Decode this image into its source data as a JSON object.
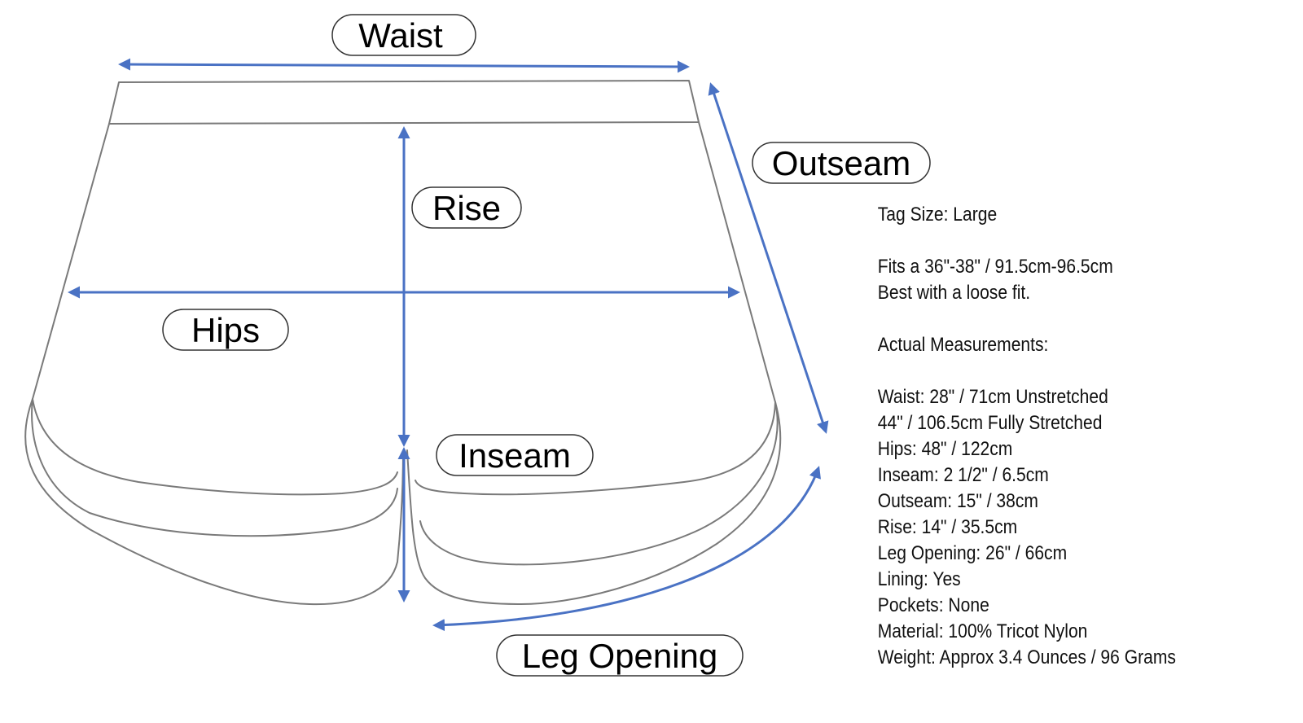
{
  "labels": {
    "waist": "Waist",
    "outseam": "Outseam",
    "rise": "Rise",
    "hips": "Hips",
    "inseam": "Inseam",
    "leg_opening": "Leg Opening"
  },
  "specs": {
    "tag_size": "Tag Size: Large",
    "fits": "Fits a 36\"-38\" / 91.5cm-96.5cm",
    "fit_note": "Best with a loose fit.",
    "heading": "Actual Measurements:",
    "items": [
      "Waist: 28\" / 71cm Unstretched",
      "44\" / 106.5cm Fully Stretched",
      "Hips: 48\" / 122cm",
      "Inseam: 2 1/2\" / 6.5cm",
      "Outseam: 15\" / 38cm",
      "Rise: 14\" / 35.5cm",
      "Leg Opening: 26\" / 66cm",
      "Lining: Yes",
      "Pockets: None",
      "Material: 100% Tricot Nylon",
      "Weight: Approx 3.4 Ounces / 96 Grams"
    ]
  },
  "colors": {
    "arrow": "#4a72c4",
    "outline": "#7a7a7a",
    "label_border": "#333333"
  }
}
